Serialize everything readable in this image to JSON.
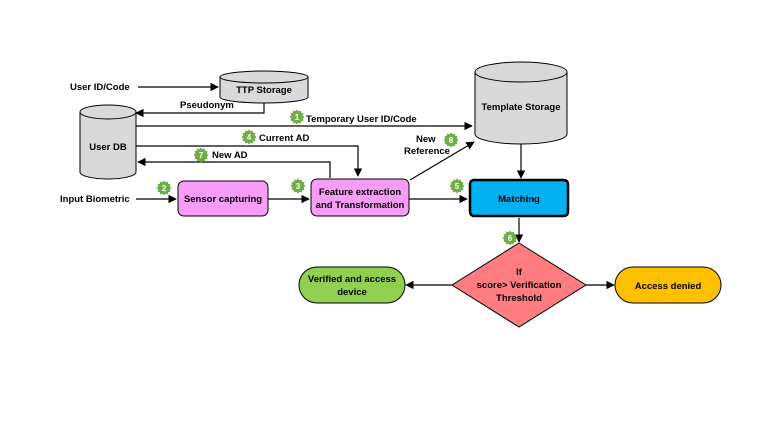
{
  "inputs": {
    "user_id": "User ID/Code",
    "input_biometric": "Input Biometric"
  },
  "nodes": {
    "ttp_storage": "TTP Storage",
    "user_db": "User DB",
    "template_storage": "Template Storage",
    "sensor_capturing": "Sensor capturing",
    "feature_extraction_line1": "Feature extraction",
    "feature_extraction_line2": "and Transformation",
    "matching": "Matching",
    "decision_line1": "If",
    "decision_line2": "score> Verification",
    "decision_line3": "Threshold",
    "verified_line1": "Verified and access",
    "verified_line2": "device",
    "access_denied": "Access denied"
  },
  "edges": {
    "pseudonym": "Pseudonym",
    "temporary_user_id": "Temporary User ID/Code",
    "current_ad": "Current AD",
    "new_ad": "New AD",
    "new_reference_line1": "New",
    "new_reference_line2": "Reference"
  },
  "steps": [
    "1",
    "2",
    "3",
    "4",
    "5",
    "6",
    "7",
    "8"
  ],
  "colors": {
    "cylinder_fill": "#d9d9d9",
    "process_fill": "#f79cf7",
    "matching_fill": "#00b0f0",
    "decision_fill": "#ff7c80",
    "verified_fill": "#8fd14f",
    "denied_fill": "#ffc000",
    "badge_fill": "#70ad47"
  }
}
